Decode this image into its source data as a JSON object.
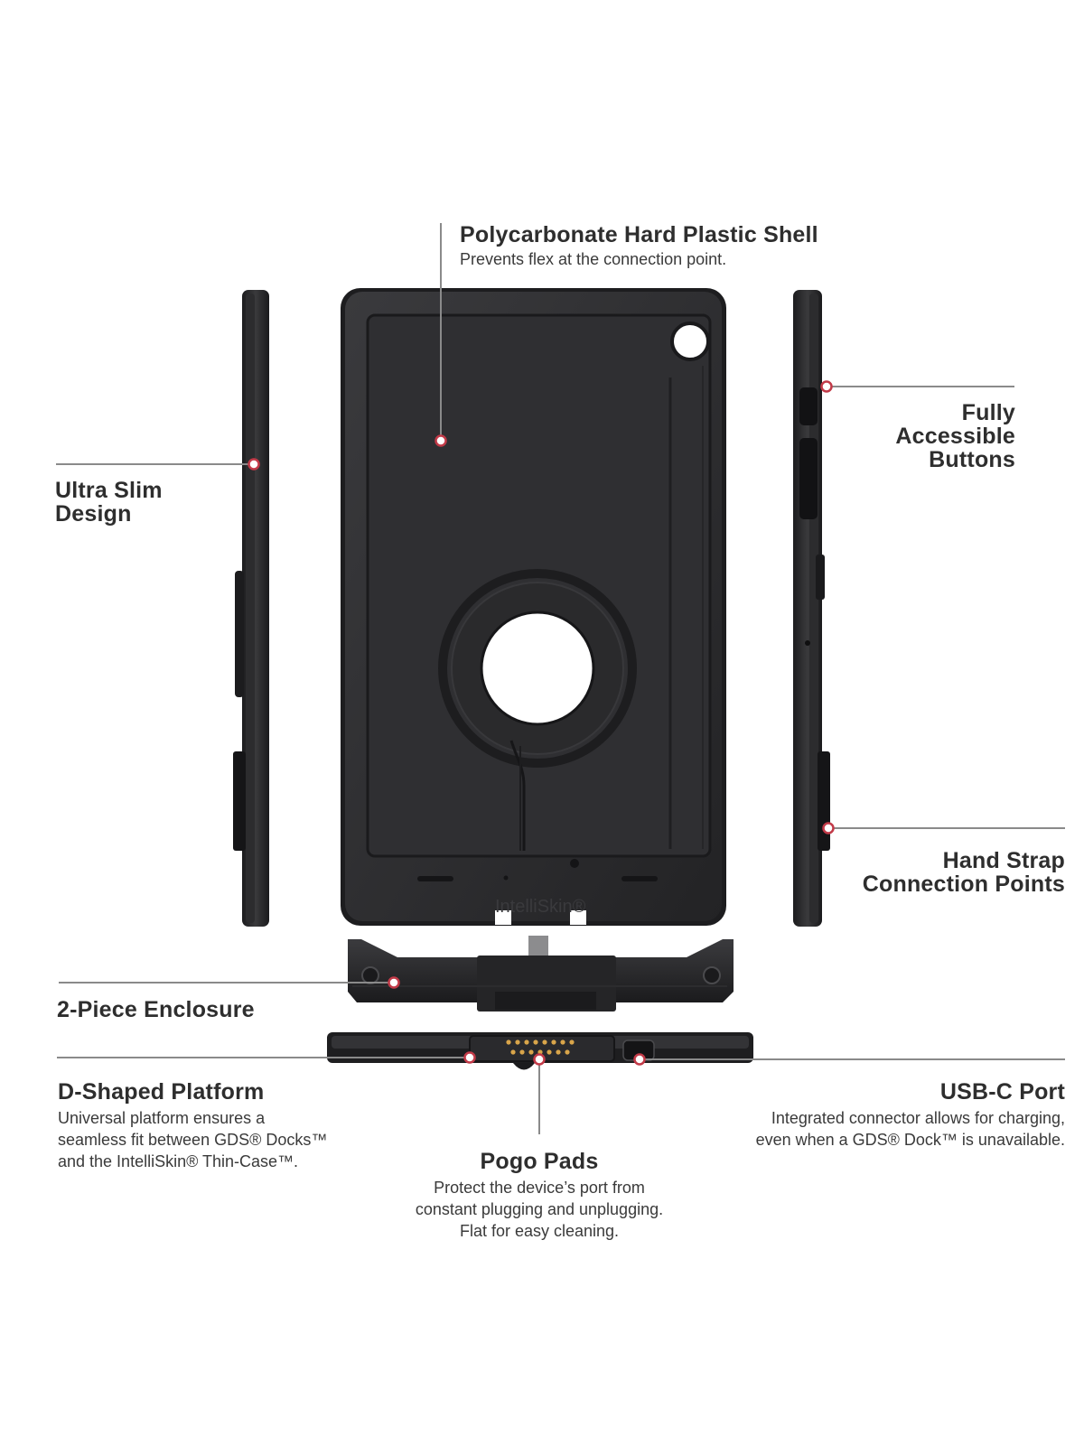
{
  "callouts": {
    "shell": {
      "title": "Polycarbonate Hard Plastic Shell",
      "description": "Prevents flex at the connection point."
    },
    "slim": {
      "title": "Ultra Slim\nDesign"
    },
    "buttons": {
      "title": "Fully\nAccessible\nButtons"
    },
    "strap": {
      "title": "Hand Strap\nConnection Points"
    },
    "enclosure": {
      "title": "2-Piece Enclosure"
    },
    "platform": {
      "title": "D-Shaped Platform",
      "description": "Universal platform ensures a\nseamless fit between GDS® Docks™\nand the IntelliSkin® Thin-Case™."
    },
    "usbc": {
      "title": "USB-C Port",
      "description": "Integrated connector allows for charging,\neven when a GDS® Dock™ is unavailable."
    },
    "pogo": {
      "title": "Pogo Pads",
      "description": "Protect the device’s port from\nconstant plugging and unplugging.\nFlat for easy cleaning."
    }
  },
  "product": {
    "logo_text": "IntelliSkin®"
  },
  "colors": {
    "case_body": "#2a2a2c",
    "case_edge": "#111113",
    "marker_ring": "#c23a48",
    "leader_line": "#8a8a8a"
  }
}
